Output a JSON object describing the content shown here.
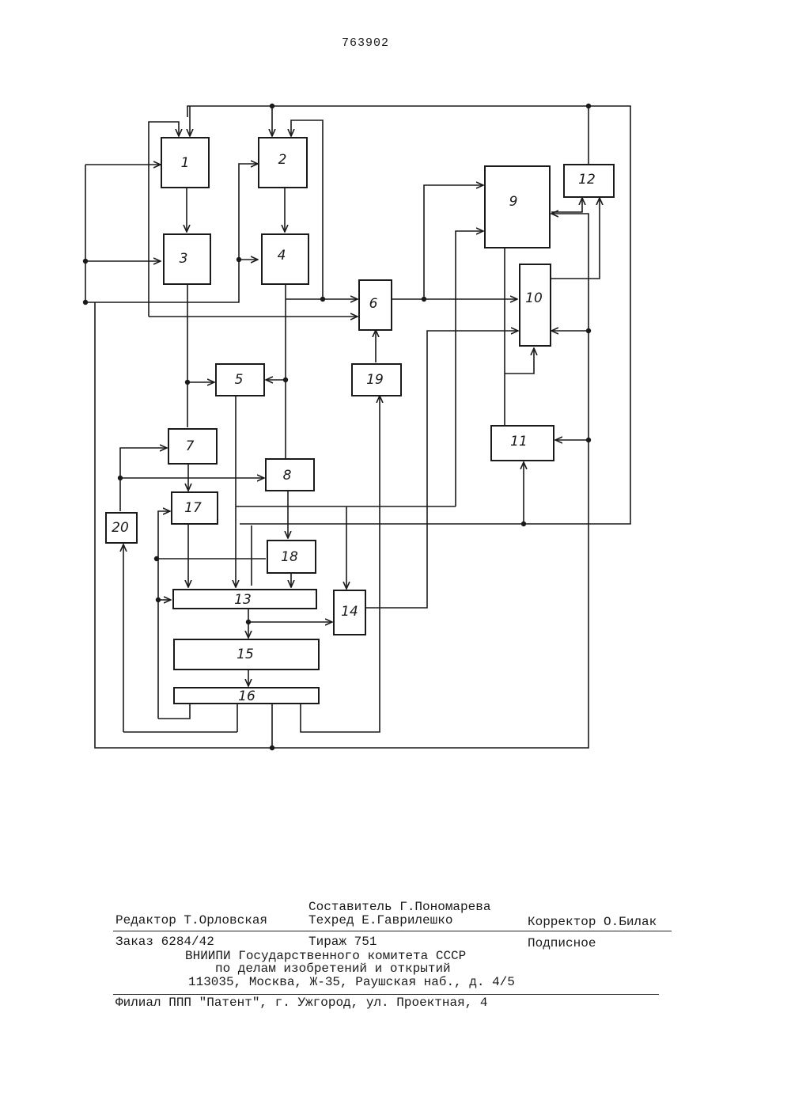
{
  "page_number": "763902",
  "diagram": {
    "blocks": [
      {
        "id": "b1",
        "label": "1"
      },
      {
        "id": "b2",
        "label": "2"
      },
      {
        "id": "b3",
        "label": "3"
      },
      {
        "id": "b4",
        "label": "4"
      },
      {
        "id": "b5",
        "label": "5"
      },
      {
        "id": "b6",
        "label": "6"
      },
      {
        "id": "b7",
        "label": "7"
      },
      {
        "id": "b8",
        "label": "8"
      },
      {
        "id": "b9",
        "label": "9"
      },
      {
        "id": "b10",
        "label": "10"
      },
      {
        "id": "b11",
        "label": "11"
      },
      {
        "id": "b12",
        "label": "12"
      },
      {
        "id": "b13",
        "label": "13"
      },
      {
        "id": "b14",
        "label": "14"
      },
      {
        "id": "b15",
        "label": "15"
      },
      {
        "id": "b16",
        "label": "16"
      },
      {
        "id": "b17",
        "label": "17"
      },
      {
        "id": "b18",
        "label": "18"
      },
      {
        "id": "b19",
        "label": "19"
      },
      {
        "id": "b20",
        "label": "20"
      }
    ]
  },
  "footer": {
    "editor": "Редактор Т.Орловская",
    "compiler": "Составитель Г.Пономарева",
    "techred": "Техред Е.Гаврилешко",
    "corrector": "Корректор О.Билак",
    "order": "Заказ 6284/42",
    "circulation": "Тираж 751",
    "subscription": "Подписное",
    "org_line1": "ВНИИПИ Государственного комитета СССР",
    "org_line2": "по делам изобретений и открытий",
    "org_address": "113035, Москва, Ж-35, Раушская наб., д. 4/5",
    "branch": "Филиал ППП \"Патент\", г. Ужгород, ул. Проектная, 4"
  }
}
